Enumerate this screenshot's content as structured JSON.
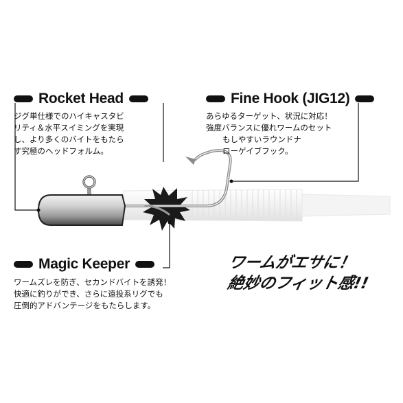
{
  "rocket_head": {
    "title": "Rocket Head",
    "lines": [
      "ジグ単仕様でのハイキャスタビ",
      "リティ＆水平スイミングを実現",
      "し、より多くのバイトをもたら",
      "す究極のヘッドフォルム。"
    ]
  },
  "fine_hook": {
    "title": "Fine Hook (JIG12)",
    "lines": [
      "あらゆるターゲット、状況に対応！",
      "強度バランスに優れワームのセット",
      "もしやすいラウンドナ",
      "ローゲイブフック。"
    ]
  },
  "magic_keeper": {
    "title": "Magic Keeper",
    "lines": [
      "ワームズレを防ぎ、セカンドバイトを誘発！",
      "快適に釣りができ、さらに遠投系リグでも",
      "圧倒的アドバンテージをもたらします。"
    ]
  },
  "slogan": {
    "line1": "ワームがエサに！",
    "line2": "絶妙のフィット感!!"
  },
  "colors": {
    "ink": "#111111",
    "worm": "#f3f3f3",
    "metal": "#c8c8c8"
  }
}
